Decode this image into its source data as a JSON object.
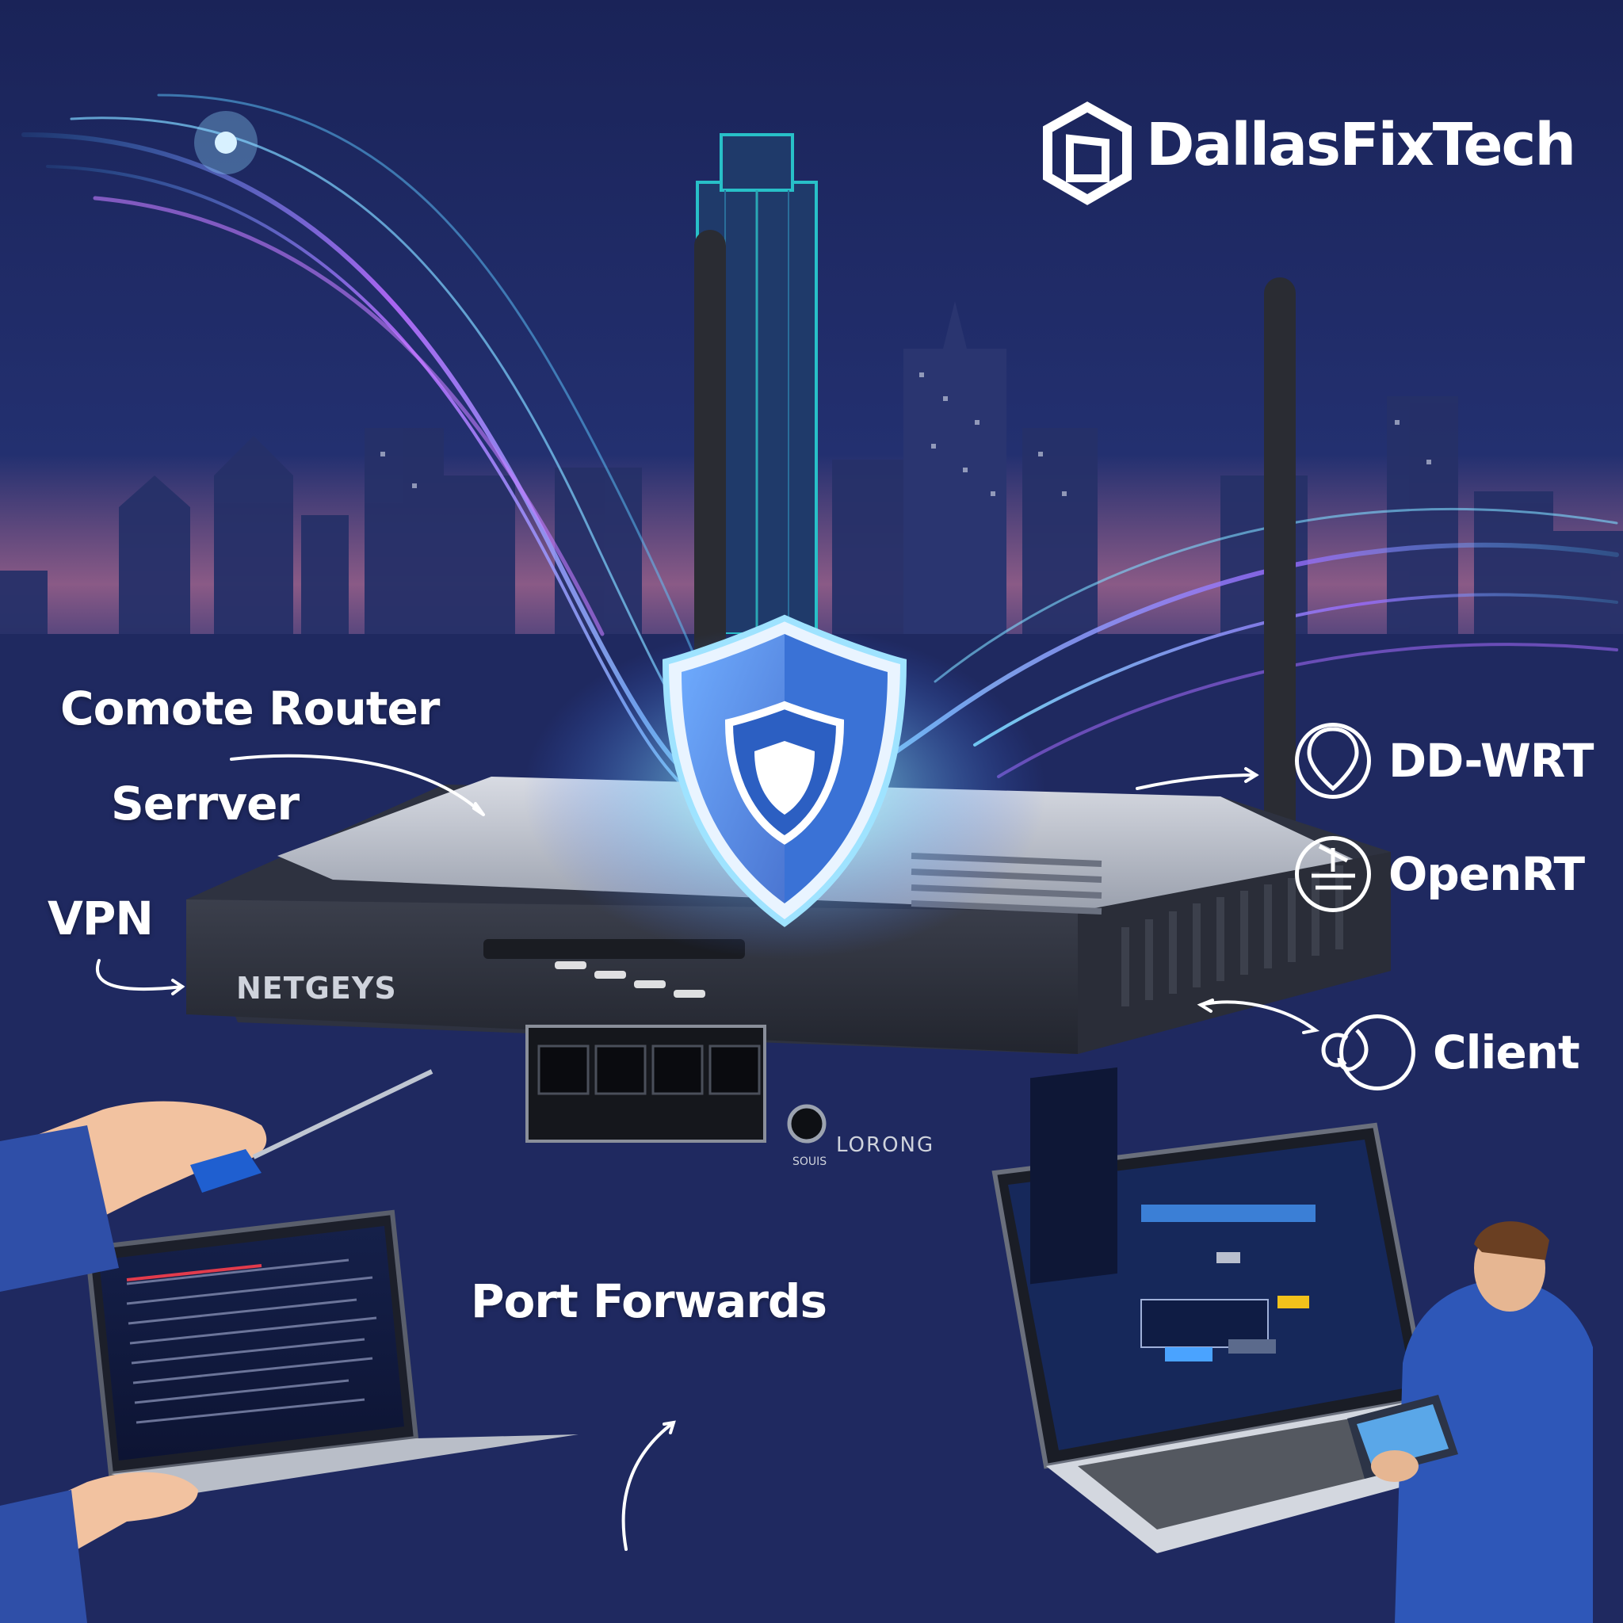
{
  "brand": {
    "name": "DallasFixTech",
    "icon": "hexagon-logo-icon"
  },
  "labels": {
    "remote_router": "Comote Router",
    "server": "Serrver",
    "vpn": "VPN",
    "port_forwards": "Port Forwards"
  },
  "badges": [
    {
      "label": "DD-WRT",
      "icon": "location-pin-icon"
    },
    {
      "label": "OpenRT",
      "icon": "tools-icon"
    },
    {
      "label": "Client",
      "icon": "link-icon"
    }
  ],
  "router": {
    "brand": "NETGEYS",
    "port_label": "LORONG",
    "sub_label": "SOUIS"
  },
  "colors": {
    "background": "#1b2456",
    "shield": "#3f7fe0",
    "accent_glow": "#6ad8ff",
    "skyline": "#2a3470"
  }
}
